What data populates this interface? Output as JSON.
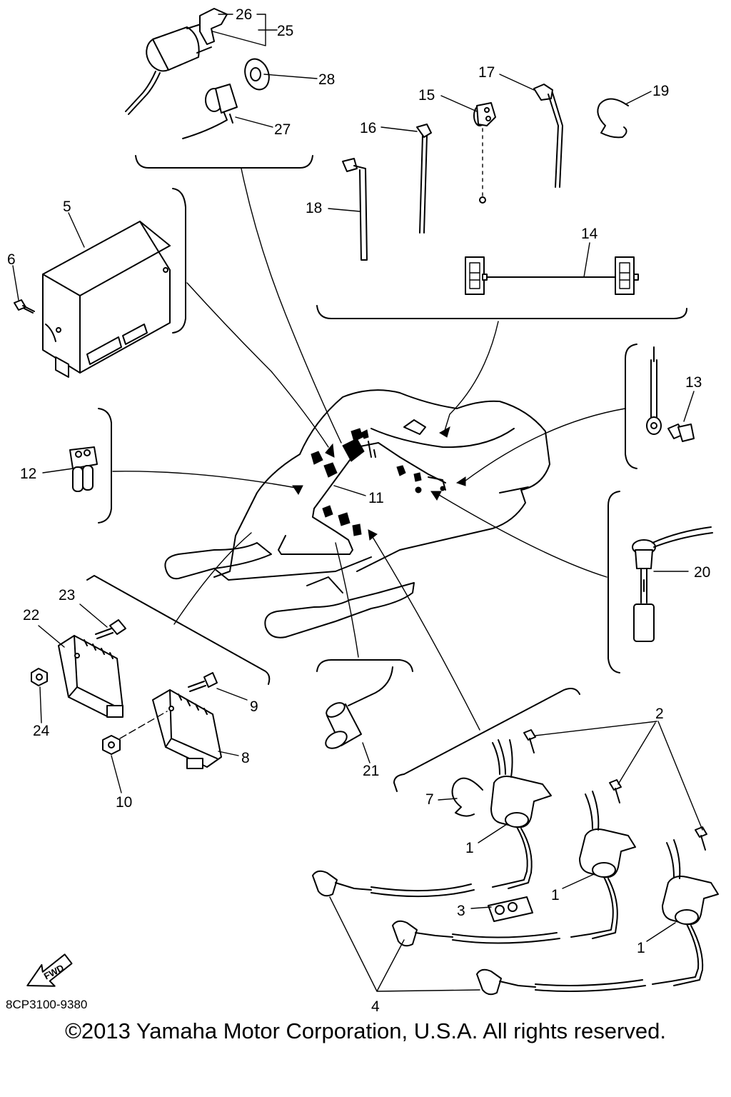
{
  "diagram": {
    "code": "8CP3100-9380",
    "fwd_label": "FWD",
    "copyright": "©2013 Yamaha Motor Corporation, U.S.A. All rights reserved."
  },
  "callouts": [
    "1",
    "2",
    "3",
    "4",
    "5",
    "6",
    "7",
    "8",
    "9",
    "10",
    "11",
    "12",
    "13",
    "14",
    "15",
    "16",
    "17",
    "18",
    "19",
    "20",
    "21",
    "22",
    "23",
    "24",
    "25",
    "26",
    "27",
    "28"
  ],
  "icons": {
    "fwd_arrow": "fwd-arrow-icon"
  }
}
